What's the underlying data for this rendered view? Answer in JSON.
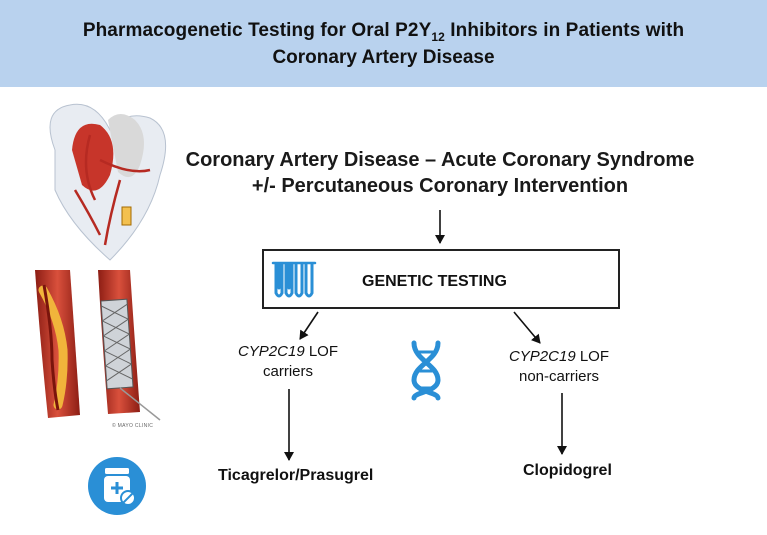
{
  "title": {
    "line1_pre": "Pharmacogenetic Testing for Oral P2Y",
    "line1_sub": "12",
    "line1_post": " Inhibitors in Patients with",
    "line2": "Coronary Artery Disease"
  },
  "heading": {
    "line1": "Coronary Artery Disease – Acute Coronary Syndrome",
    "line2": "+/- Percutaneous Coronary Intervention"
  },
  "genetic_testing": "GENETIC TESTING",
  "branches": {
    "left": {
      "gene": "CYP2C19",
      "suffix": " LOF",
      "line2": "carriers",
      "drug": "Ticagrelor/Prasugrel"
    },
    "right": {
      "gene": "CYP2C19",
      "suffix": " LOF",
      "line2": "non-carriers",
      "drug": "Clopidogrel"
    }
  },
  "copyright": "© MAYO CLINIC",
  "colors": {
    "banner": "#b9d2ee",
    "icon_blue": "#2a8fd6",
    "artery_red": "#c0392b"
  },
  "icons": {
    "tubes": "test-tubes-icon",
    "dna": "dna-icon",
    "pill_bottle": "pill-bottle-icon"
  }
}
